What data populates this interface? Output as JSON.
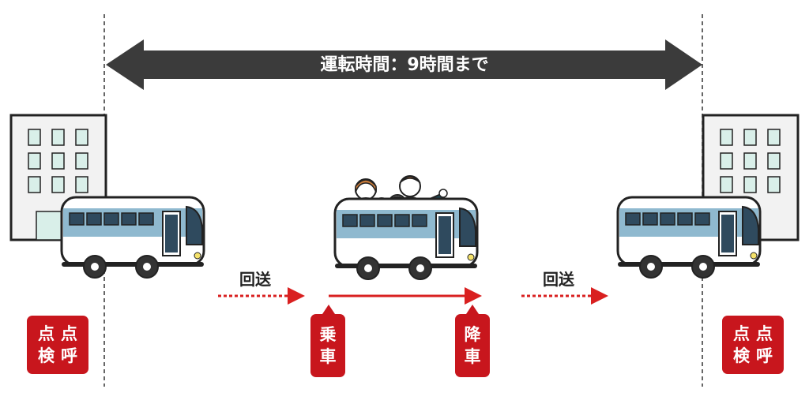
{
  "banner": {
    "text": "運転時間：9時間まで"
  },
  "transfer_label_left": "回送",
  "transfer_label_right": "回送",
  "badges": {
    "left": {
      "top": [
        "点",
        "点"
      ],
      "bottom": [
        "検",
        "呼"
      ]
    },
    "board": [
      "乗",
      "車"
    ],
    "alight": [
      "降",
      "車"
    ],
    "right": {
      "top": [
        "点",
        "点"
      ],
      "bottom": [
        "検",
        "呼"
      ]
    }
  },
  "colors": {
    "accent_red": "#c8161d",
    "banner_dark": "#3b3b3b",
    "bus_blue": "#8fb9cf",
    "building_window": "#d9efe9"
  },
  "icons": [
    "building-icon",
    "bus-icon",
    "passengers-icon",
    "arrow-icon"
  ]
}
